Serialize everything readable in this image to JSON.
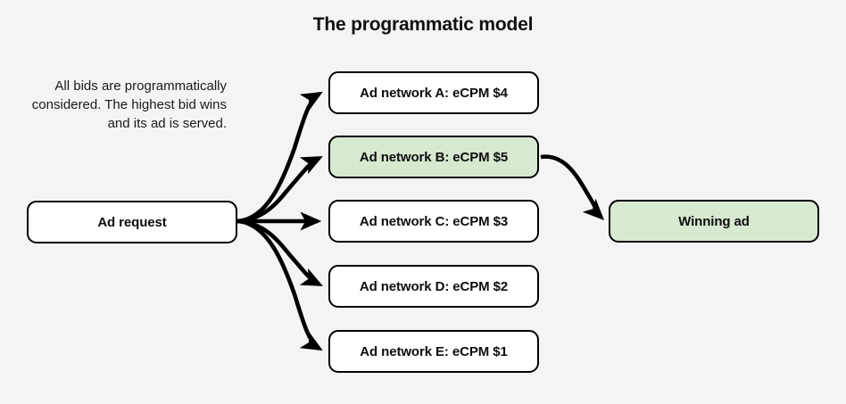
{
  "title": "The programmatic model",
  "description": "All bids are programmatically considered. The highest bid wins and its ad is served.",
  "colors": {
    "background": "#f4f4f4",
    "node_fill": "#ffffff",
    "highlight_fill": "#d7e9d1",
    "stroke": "#000000",
    "text": "#101010"
  },
  "nodes": {
    "request": {
      "label": "Ad request",
      "highlighted": false
    },
    "networks": [
      {
        "label": "Ad network A: eCPM $4",
        "highlighted": false
      },
      {
        "label": "Ad network B: eCPM $5",
        "highlighted": true
      },
      {
        "label": "Ad network C: eCPM $3",
        "highlighted": false
      },
      {
        "label": "Ad network D: eCPM $2",
        "highlighted": false
      },
      {
        "label": "Ad network E: eCPM $1",
        "highlighted": false
      }
    ],
    "winner": {
      "label": "Winning ad",
      "highlighted": true
    }
  },
  "edges": [
    {
      "from": "Ad request",
      "to": "Ad network A: eCPM $4"
    },
    {
      "from": "Ad request",
      "to": "Ad network B: eCPM $5"
    },
    {
      "from": "Ad request",
      "to": "Ad network C: eCPM $3"
    },
    {
      "from": "Ad request",
      "to": "Ad network D: eCPM $2"
    },
    {
      "from": "Ad request",
      "to": "Ad network E: eCPM $1"
    },
    {
      "from": "Ad network B: eCPM $5",
      "to": "Winning ad"
    }
  ]
}
